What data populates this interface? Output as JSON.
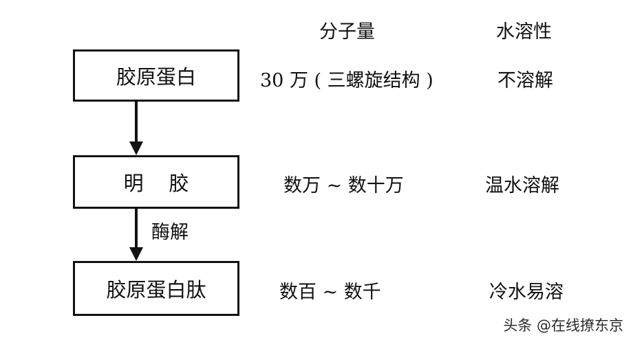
{
  "headers": {
    "molecular_weight": "分子量",
    "water_solubility": "水溶性"
  },
  "nodes": [
    {
      "label": "胶原蛋白",
      "molecular_weight": "30 万 ( 三螺旋结构 )",
      "water_solubility": "不溶解"
    },
    {
      "label": "明    胶",
      "molecular_weight": "数万 ~ 数十万",
      "water_solubility": "温水溶解"
    },
    {
      "label": "胶原蛋白肽",
      "molecular_weight": "数百 ~ 数千",
      "water_solubility": "冷水易溶"
    }
  ],
  "edges": [
    {
      "from": 0,
      "to": 1,
      "label": ""
    },
    {
      "from": 1,
      "to": 2,
      "label": "酶解"
    }
  ],
  "watermark": "头条 @在线撩东京"
}
